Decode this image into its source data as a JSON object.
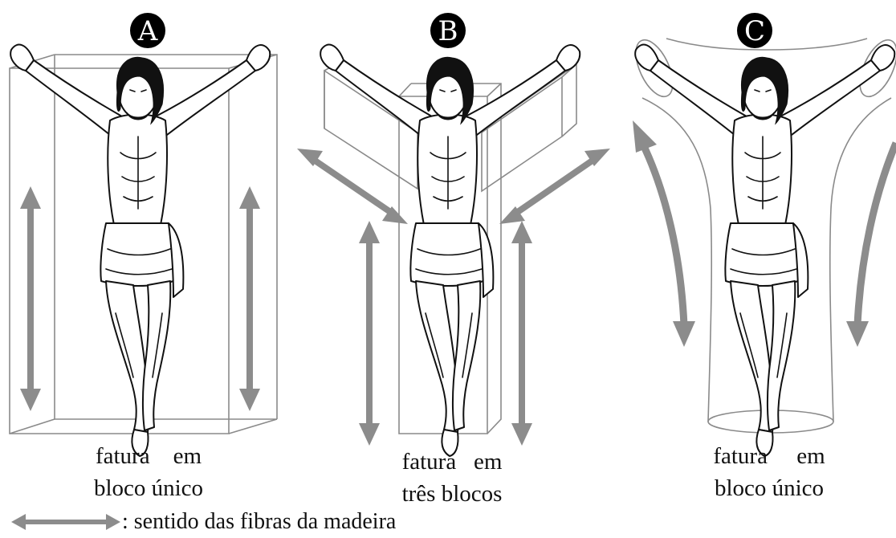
{
  "panels": [
    {
      "badge": "A",
      "caption_line1": "fatura    em",
      "caption_line2": "bloco único"
    },
    {
      "badge": "B",
      "caption_line1": "fatura   em",
      "caption_line2": "três blocos"
    },
    {
      "badge": "C",
      "caption_line1": "fatura     em",
      "caption_line2": "bloco único"
    }
  ],
  "legend": {
    "text": ": sentido das fibras da madeira",
    "arrow_icon": "double-arrow-icon"
  },
  "colors": {
    "arrow": "#8c8c8c",
    "box": "#8a8a8a",
    "ink": "#111111"
  }
}
